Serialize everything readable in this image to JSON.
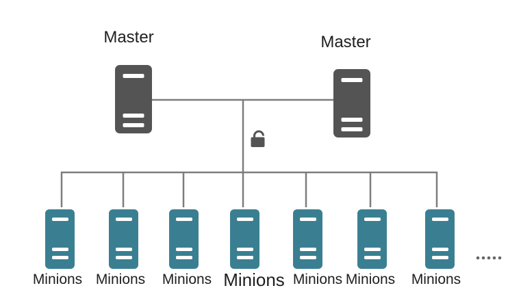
{
  "diagram": {
    "masters": [
      {
        "label": "Master",
        "icon": "server-icon"
      },
      {
        "label": "Master",
        "icon": "server-icon"
      }
    ],
    "minions": [
      {
        "label": "Minions",
        "icon": "server-icon"
      },
      {
        "label": "Minions",
        "icon": "server-icon"
      },
      {
        "label": "Minions",
        "icon": "server-icon"
      },
      {
        "label": "Minions",
        "icon": "server-icon"
      },
      {
        "label": "Minions",
        "icon": "server-icon"
      },
      {
        "label": "Minions",
        "icon": "server-icon"
      },
      {
        "label": "Minions",
        "icon": "server-icon"
      }
    ],
    "icons": {
      "trunk_lock": "unlock-icon",
      "continuation": "ellipsis-dots-icon"
    },
    "ellipsis_dot_count": 5,
    "colors": {
      "master_server": "#545454",
      "minion_server": "#3a7f91",
      "connector_line": "#7d7d7d",
      "dots": "#666666",
      "text": "#1e1e1e",
      "background": "#ffffff"
    }
  }
}
